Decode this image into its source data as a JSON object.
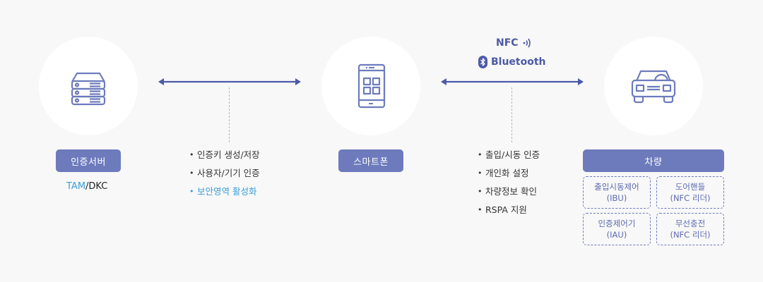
{
  "colors": {
    "background": "#f8f8f8",
    "primary": "#6d7bbd",
    "arrow": "#4c5aa8",
    "accent": "#3a9ed6",
    "text": "#333333"
  },
  "nodes": {
    "server": {
      "icon": "server-stack-icon",
      "label": "인증서버",
      "sub_accent": "TAM",
      "sub_rest": "/DKC"
    },
    "phone": {
      "icon": "smartphone-icon",
      "label": "스마트폰"
    },
    "vehicle": {
      "icon": "car-icon",
      "label": "차량",
      "components": [
        {
          "name": "출입시동제어",
          "detail": "(IBU)"
        },
        {
          "name": "도어핸들",
          "detail": "(NFC 리더)"
        },
        {
          "name": "인증제어기",
          "detail": "(IAU)"
        },
        {
          "name": "무선충전",
          "detail": "(NFC 리더)"
        }
      ]
    }
  },
  "links": {
    "server_phone": {
      "features": [
        {
          "text": "인증키 생성/저장",
          "highlight": false
        },
        {
          "text": "사용자/기기 인증",
          "highlight": false
        },
        {
          "text": "보안영역 활성화",
          "highlight": true
        }
      ]
    },
    "phone_vehicle": {
      "protocols": [
        {
          "label": "NFC",
          "icon": "nfc-signal-icon"
        },
        {
          "label": "Bluetooth",
          "icon": "bluetooth-icon"
        }
      ],
      "features": [
        {
          "text": "출입/시동 인증",
          "highlight": false
        },
        {
          "text": "개인화 설정",
          "highlight": false
        },
        {
          "text": "차량정보 확인",
          "highlight": false
        },
        {
          "text": "RSPA 지원",
          "highlight": false
        }
      ]
    }
  }
}
